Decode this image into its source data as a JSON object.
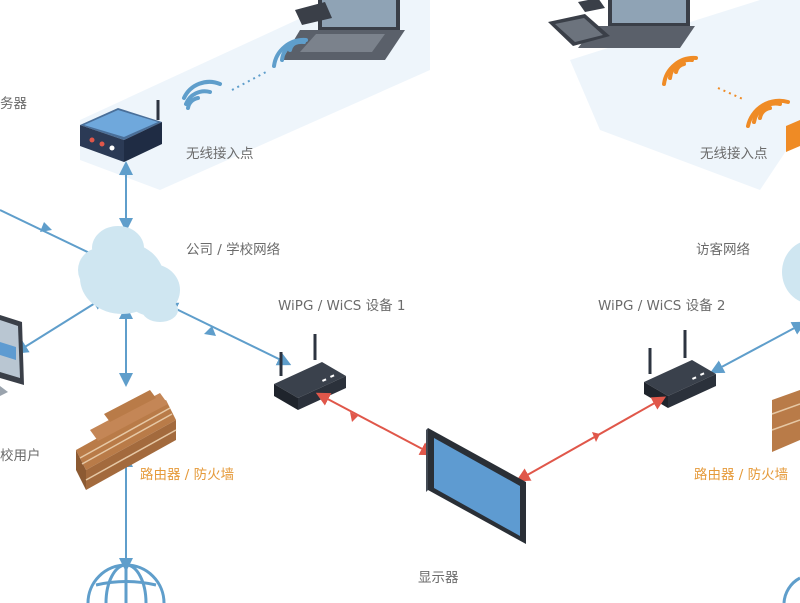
{
  "labels": {
    "server_partial": "务器",
    "ap_left": "无线接入点",
    "ap_right": "无线接入点",
    "corp_network": "公司 / 学校网络",
    "guest_network": "访客网络",
    "device1": "WiPG / WiCS 设备 1",
    "device2": "WiPG / WiCS 设备 2",
    "user_partial": "校用户",
    "router_left": "路由器 / 防火墙",
    "router_right": "路由器 / 防火墙",
    "display": "显示器"
  },
  "colors": {
    "blue_link": "#5f9ecb",
    "red_link": "#e0574a",
    "orange": "#ef8b25",
    "cloud": "#cfe6f1",
    "brick": "#b97b48",
    "device": "#2d3440",
    "screen": "#5e9bd1",
    "label_gray": "#6b6b6b",
    "label_orange": "#e59a3a"
  }
}
